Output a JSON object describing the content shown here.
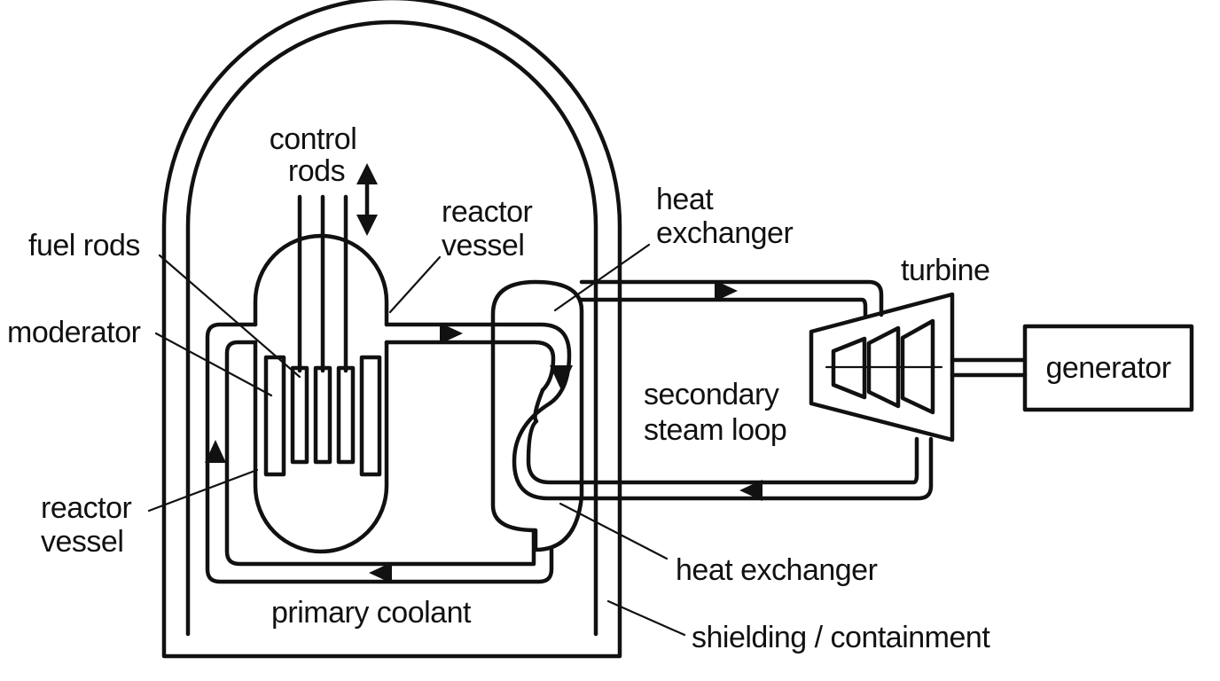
{
  "labels": {
    "control_rods_line1": "control",
    "control_rods_line2": "rods",
    "fuel_rods": "fuel rods",
    "moderator": "moderator",
    "reactor_vessel_top_line1": "reactor",
    "reactor_vessel_top_line2": "vessel",
    "reactor_vessel_bottom_line1": "reactor",
    "reactor_vessel_bottom_line2": "vessel",
    "heat_exchanger_top_line1": "heat",
    "heat_exchanger_top_line2": "exchanger",
    "heat_exchanger_bottom": "heat exchanger",
    "turbine": "turbine",
    "generator": "generator",
    "secondary_loop_line1": "secondary",
    "secondary_loop_line2": "steam loop",
    "primary_coolant": "primary coolant",
    "shielding": "shielding / containment"
  },
  "colors": {
    "ink": "#111111",
    "background": "#ffffff"
  }
}
